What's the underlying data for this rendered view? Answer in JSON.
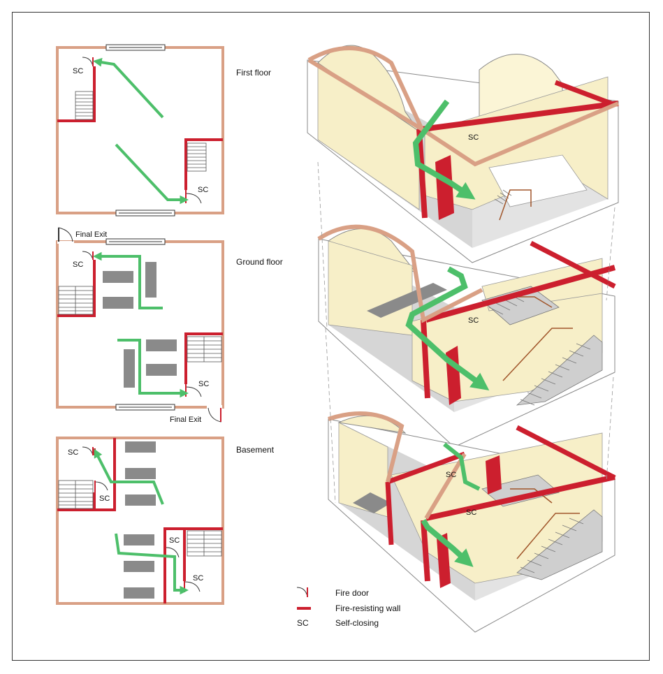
{
  "floors": [
    {
      "name": "First floor"
    },
    {
      "name": "Ground floor",
      "exit_top": "Final Exit",
      "exit_bottom": "Final Exit"
    },
    {
      "name": "Basement"
    }
  ],
  "sc_label": "SC",
  "legend": [
    {
      "symbol": "fire-door",
      "text": "Fire door"
    },
    {
      "symbol": "fire-resisting-wall",
      "text": "Fire-resisting wall"
    },
    {
      "symbol": "sc",
      "key": "SC",
      "text": "Self-closing"
    }
  ],
  "colors": {
    "outer_wall": "#d9a085",
    "fire_wall": "#cc1f2e",
    "escape_arrow": "#4dbf6a",
    "wall_face": "#f7efc8",
    "floor": "#d6d6d6",
    "furniture": "#8a8a8a",
    "handrail": "#a0552a"
  }
}
